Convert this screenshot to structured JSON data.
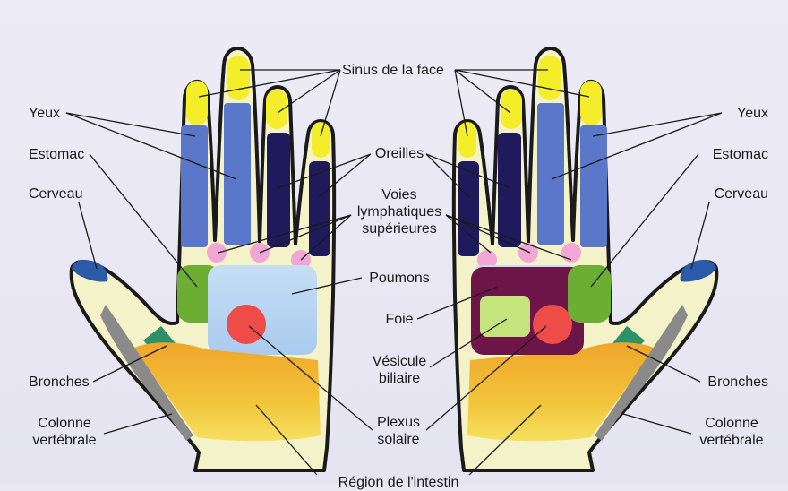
{
  "labels": {
    "sinus": "Sinus de la face",
    "yeux_left": "Yeux",
    "yeux_right": "Yeux",
    "estomac_left": "Estomac",
    "estomac_right": "Estomac",
    "cerveau_left": "Cerveau",
    "cerveau_right": "Cerveau",
    "oreilles": "Oreilles",
    "voies_line1": "Voies",
    "voies_line2": "lymphatiques",
    "voies_line3": "supérieures",
    "poumons": "Poumons",
    "foie": "Foie",
    "vesicule_line1": "Vésicule",
    "vesicule_line2": "biliaire",
    "bronches_left": "Bronches",
    "bronches_right": "Bronches",
    "plexus_line1": "Plexus",
    "plexus_line2": "solaire",
    "colonne_left_line1": "Colonne",
    "colonne_left_line2": "vertébrale",
    "colonne_right_line1": "Colonne",
    "colonne_right_line2": "vertébrale",
    "intestin": "Région de l'intestin"
  },
  "colors": {
    "background": "#e9e8f3",
    "hand_outline": "#1a1a1a",
    "hand_fill": "#f4f2c8",
    "sinus_yellow": "#f4ee2a",
    "eyes_blue": "#5a77c9",
    "ears_navy": "#1e1a5c",
    "lymph_pink": "#f2a6d6",
    "stomach_green": "#6cae34",
    "lungs_lightblue": "#b5d3f0",
    "solar_plexus_red": "#ee4c48",
    "liver_purple": "#6d1448",
    "gallbladder_green": "#c6e47c",
    "bronchi_green": "#2c9068",
    "brain_blue": "#2a5aa8",
    "intestine_orange": "#efab26",
    "spine_gray": "#8a8a8a"
  }
}
